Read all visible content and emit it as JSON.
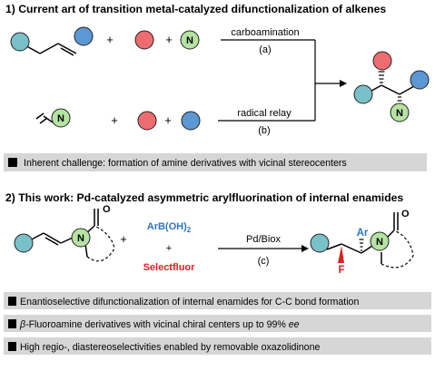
{
  "section1": {
    "title": "1)  Current art of transition metal-catalyzed difunctionalization of alkenes",
    "route_a": {
      "name": "carboamination",
      "tag": "(a)"
    },
    "route_b": {
      "name": "radical relay",
      "tag": "(b)"
    },
    "challenge": "Inherent challenge: formation of amine derivatives with vicinal stereocenters"
  },
  "section2": {
    "title": "2) This work: Pd-catalyzed asymmetric arylfluorination of internal enamides",
    "reagent_boron": "ArB(OH)",
    "reagent_boron_sub": "2",
    "reagent_fluorine": "Selectfluor",
    "conditions": "Pd/Biox",
    "tag": "(c)",
    "product_ar": "Ar",
    "product_f": "F",
    "highlights": [
      "Enantioselective difunctionalization of internal enamides for C-C bond formation",
      "-Fluoroamine derivatives with vicinal chiral centers up to 99% ",
      "High regio-, diastereoselectivities enabled by removable oxazolidinone"
    ],
    "highlight_beta": "β",
    "highlight_ee": "ee"
  },
  "atoms": {
    "nitrogen": "N",
    "oxygen": "O"
  },
  "symbols": {
    "plus": "+"
  },
  "colors": {
    "teal": "#79c0c9",
    "blue": "#5c98d3",
    "red": "#ec6c6f",
    "green": "#b5e3a2",
    "red_text": "#e02020",
    "blue_text": "#2e75c4",
    "bar": "#d6d6d6"
  }
}
